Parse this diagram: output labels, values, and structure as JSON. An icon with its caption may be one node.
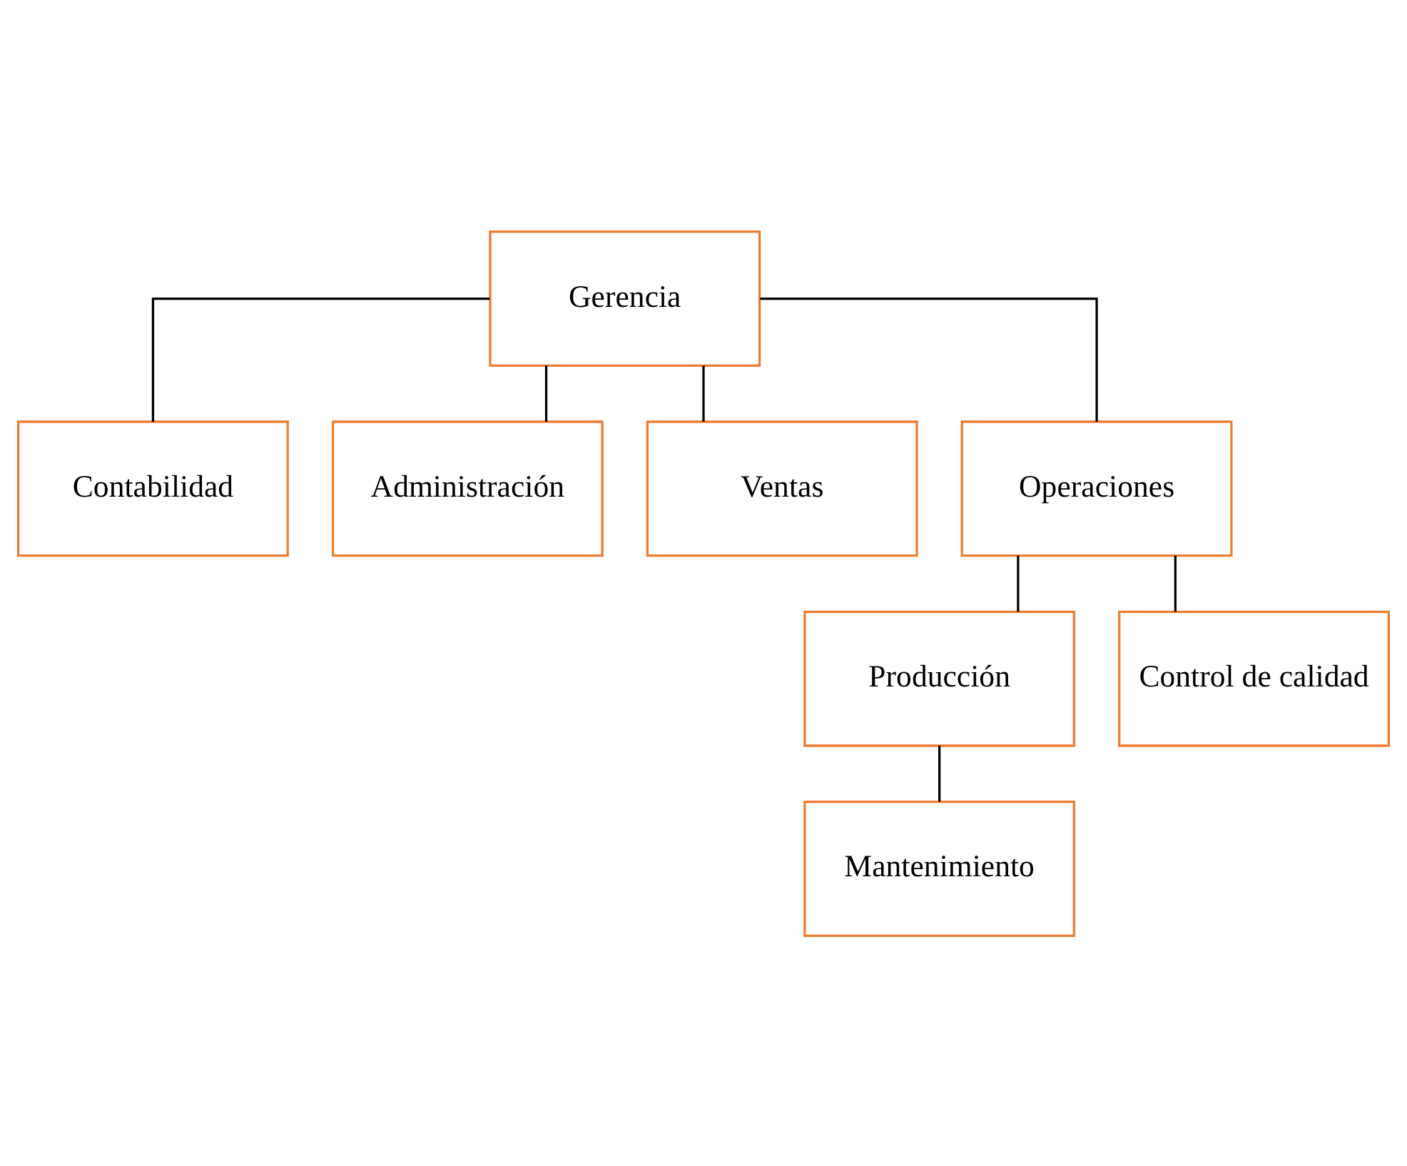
{
  "diagram": {
    "nodes": [
      {
        "text": [
          "Gerencia"
        ]
      },
      {
        "text": [
          "Contabilidad"
        ]
      },
      {
        "text": [
          "Administración"
        ]
      },
      {
        "text": [
          "Ventas"
        ]
      },
      {
        "text": [
          "Operaciones"
        ]
      },
      {
        "text": [
          "Producción"
        ]
      },
      {
        "text": [
          "Control de calidad"
        ]
      },
      {
        "text": [
          "Mantenimiento"
        ]
      }
    ],
    "edges": [
      {
        "from": 0,
        "to": 1,
        "arrow": "none"
      },
      {
        "from": 0,
        "to": 2,
        "arrow": "none"
      },
      {
        "from": 0,
        "to": 3,
        "arrow": "none"
      },
      {
        "from": 0,
        "to": 4,
        "arrow": "none"
      },
      {
        "from": 4,
        "to": 5,
        "arrow": "none"
      },
      {
        "from": 4,
        "to": 6,
        "arrow": "none"
      },
      {
        "from": 5,
        "to": 7,
        "arrow": "none"
      }
    ]
  }
}
